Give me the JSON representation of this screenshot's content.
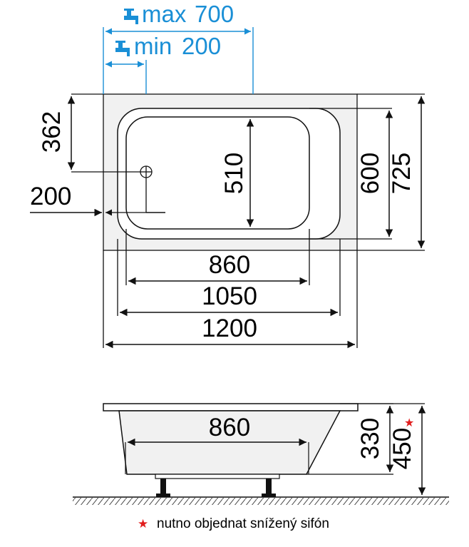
{
  "colors": {
    "blue": "#1a8fd6",
    "red": "#e11d1d",
    "line": "#111111",
    "panel": "#f1f1f1"
  },
  "top_view": {
    "faucet_max_label": "max",
    "faucet_max_value": "700",
    "faucet_min_label": "min",
    "faucet_min_value": "200",
    "dim_362": "362",
    "dim_200": "200",
    "dim_510": "510",
    "dim_600": "600",
    "dim_725": "725",
    "dim_860": "860",
    "dim_1050": "1050",
    "dim_1200": "1200"
  },
  "side_view": {
    "dim_860": "860",
    "dim_330": "330",
    "dim_450": "450",
    "star": "★"
  },
  "note": {
    "star": "★",
    "text": "nutno objednat snížený sifón"
  },
  "icons": [
    "faucet-icon",
    "drain-icon",
    "star-icon"
  ]
}
